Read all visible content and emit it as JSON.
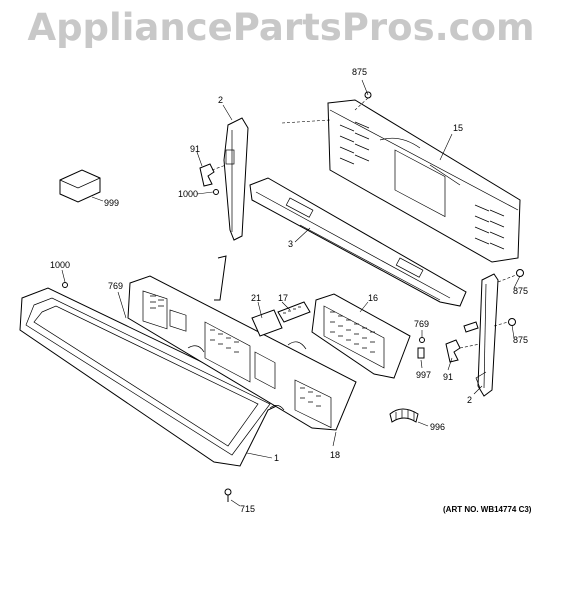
{
  "watermark": "AppliancePartsPros.com",
  "art_number": "(ART NO. WB14774 C3)",
  "callouts": {
    "c875a": "875",
    "c15": "15",
    "c2a": "2",
    "c91a": "91",
    "c1000a": "1000",
    "c999": "999",
    "c3": "3",
    "c1000b": "1000",
    "c769a": "769",
    "c21": "21",
    "c17": "17",
    "c16": "16",
    "c875b": "875",
    "c875c": "875",
    "c769b": "769",
    "c997": "997",
    "c91b": "91",
    "c2b": "2",
    "c996": "996",
    "c18": "18",
    "c1": "1",
    "c715": "715"
  }
}
